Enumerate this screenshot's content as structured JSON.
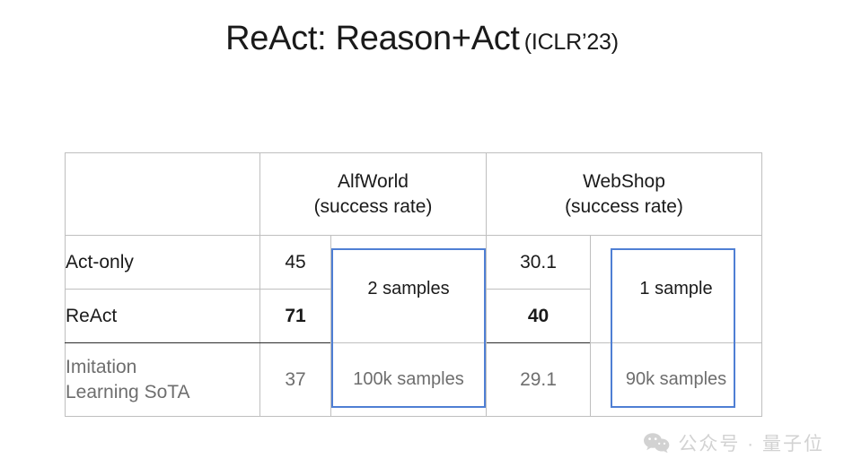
{
  "slide": {
    "title_main": "ReAct: Reason+Act",
    "title_venue": "(ICLR’23)"
  },
  "table": {
    "columns": [
      {
        "name": "method",
        "label": ""
      },
      {
        "name": "alfworld",
        "label": "AlfWorld",
        "sublabel": "(success rate)"
      },
      {
        "name": "webshop",
        "label": "WebShop",
        "sublabel": "(success rate)"
      }
    ],
    "rows": [
      {
        "method": "Act-only",
        "alfworld_score": "45",
        "alfworld_samples": "2 samples",
        "webshop_score": "30.1",
        "webshop_samples": "1 sample",
        "bold_scores": false,
        "muted": false
      },
      {
        "method": "ReAct",
        "alfworld_score": "71",
        "webshop_score": "40",
        "bold_scores": true,
        "muted": false
      },
      {
        "method_line1": "Imitation",
        "method_line2": "Learning SoTA",
        "alfworld_score": "37",
        "alfworld_samples": "100k samples",
        "webshop_score": "29.1",
        "webshop_samples": "90k samples",
        "bold_scores": false,
        "muted": true
      }
    ]
  },
  "highlights": {
    "color": "#4f7fd4",
    "alfworld_box_label": "alfworld-samples-highlight",
    "webshop_box_label": "webshop-samples-highlight"
  },
  "watermark": {
    "text": "公众号 · 量子位",
    "icon": "wechat-icon",
    "color": "#d2d2d2"
  }
}
